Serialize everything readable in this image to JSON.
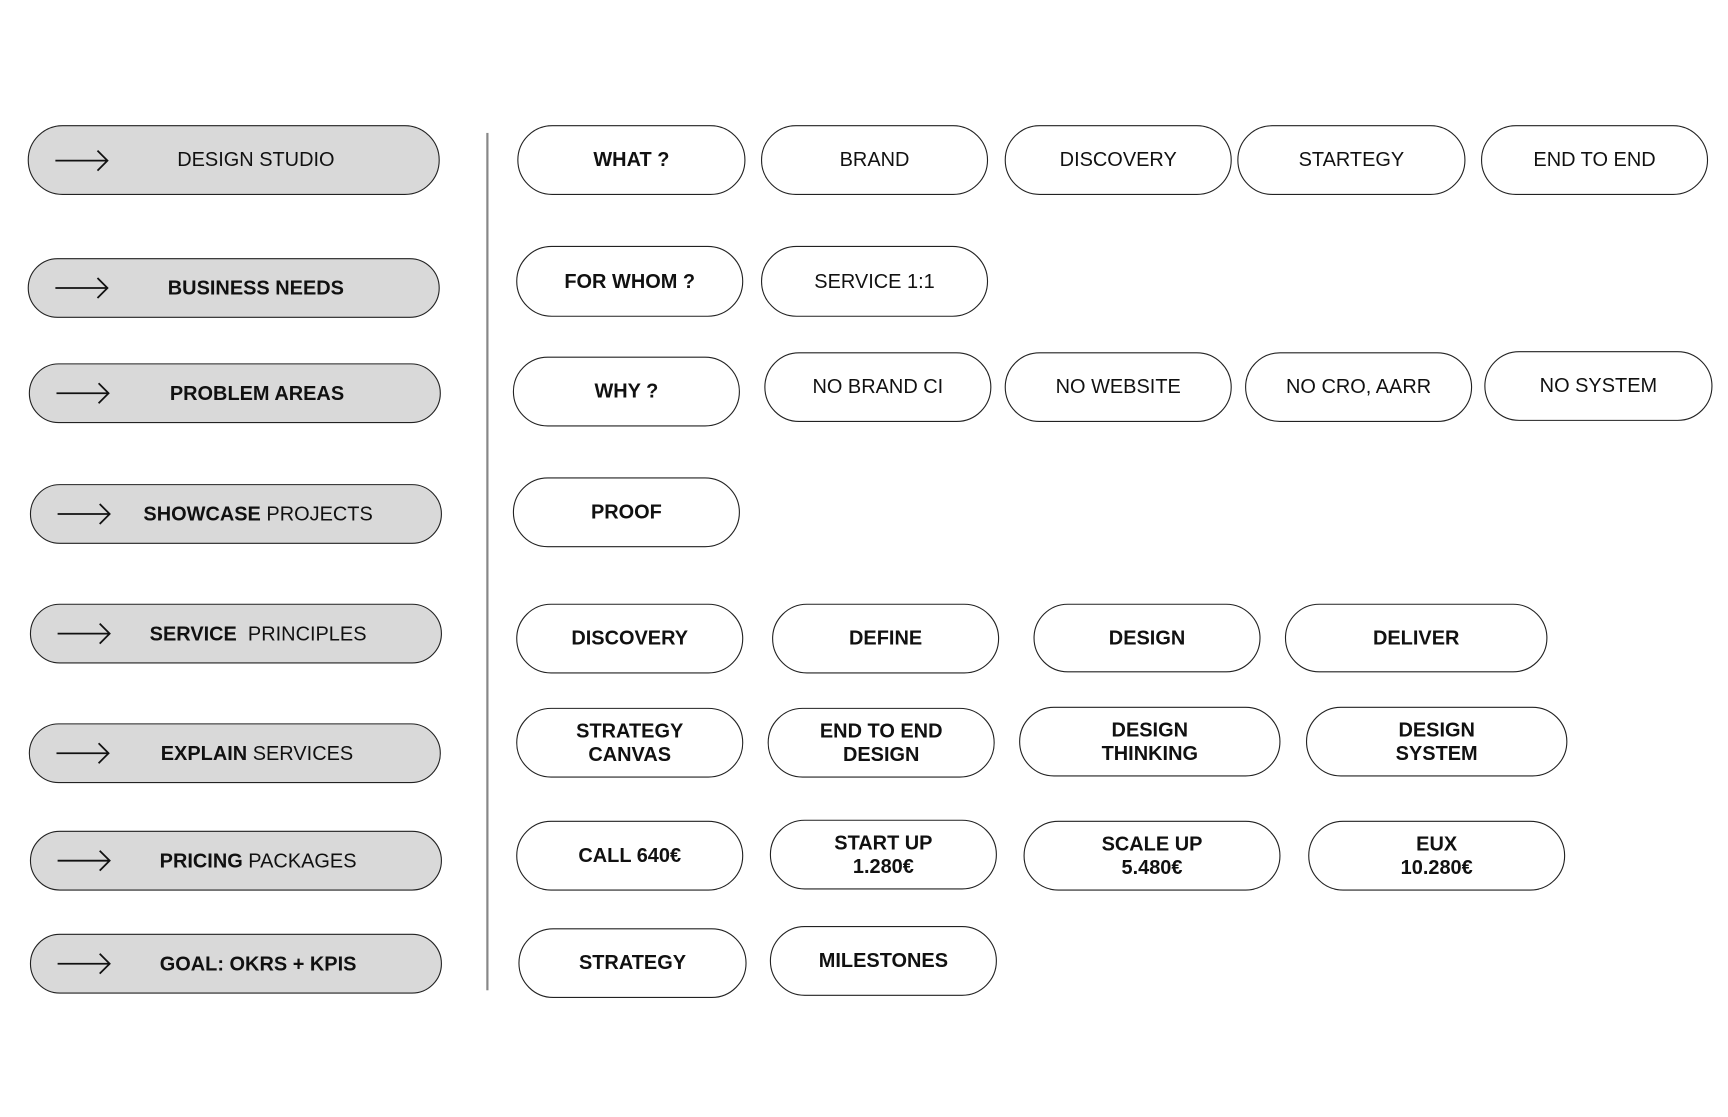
{
  "left_column": [
    {
      "bold": "",
      "regular": "DESIGN STUDIO"
    },
    {
      "bold": "BUSINESS NEEDS",
      "regular": ""
    },
    {
      "bold": "PROBLEM AREAS",
      "regular": ""
    },
    {
      "bold": "SHOWCASE",
      "regular": " PROJECTS"
    },
    {
      "bold": "SERVICE",
      "regular": "  PRINCIPLES"
    },
    {
      "bold": "EXPLAIN",
      "regular": " SERVICES"
    },
    {
      "bold": "PRICING",
      "regular": " PACKAGES"
    },
    {
      "bold": "GOAL: OKRS + KPIS",
      "regular": ""
    }
  ],
  "rows": {
    "what": [
      "WHAT ?",
      "BRAND",
      "DISCOVERY",
      "STARTEGY",
      "END TO END"
    ],
    "for_whom": [
      "FOR WHOM ?",
      "SERVICE 1:1"
    ],
    "why": [
      "WHY ?",
      "NO BRAND CI",
      "NO WEBSITE",
      "NO CRO, AARR",
      "NO SYSTEM"
    ],
    "proof": [
      "PROOF"
    ],
    "principles": [
      "DISCOVERY",
      "DEFINE",
      "DESIGN",
      "DELIVER"
    ],
    "services": [
      [
        "STRATEGY",
        "CANVAS"
      ],
      [
        "END TO END",
        "DESIGN"
      ],
      [
        "DESIGN",
        "THINKING"
      ],
      [
        "DESIGN",
        "SYSTEM"
      ]
    ],
    "pricing": [
      [
        "CALL 640€"
      ],
      [
        "START UP",
        "1.280€"
      ],
      [
        "SCALE UP",
        "5.480€"
      ],
      [
        "EUX",
        "10.280€"
      ]
    ],
    "goal": [
      "STRATEGY",
      "MILESTONES"
    ]
  },
  "icons": {
    "left_pill": "arrow-right-icon"
  }
}
